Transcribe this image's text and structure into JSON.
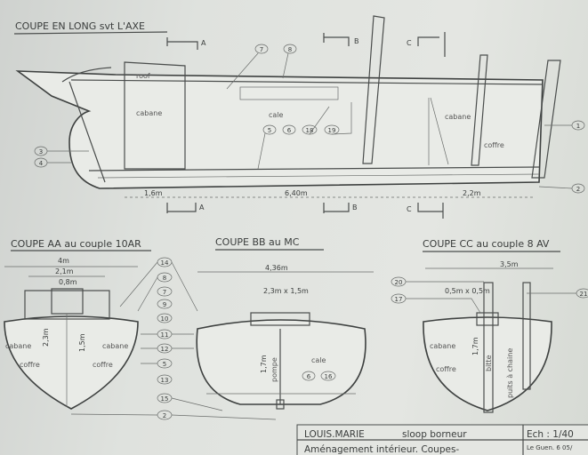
{
  "long_section": {
    "title": "COUPE EN LONG svt L'AXE",
    "section_marks": [
      "A",
      "B",
      "C"
    ],
    "labels": {
      "roof": "roof",
      "cabane_aft": "cabane",
      "cale": "cale",
      "cabane_fwd": "cabane",
      "coffre": "coffre"
    },
    "callouts": [
      "7",
      "8",
      "5",
      "6",
      "18",
      "19",
      "3",
      "4",
      "1",
      "2"
    ],
    "dimensions": [
      "1,6m",
      "6,40m",
      "2,2m"
    ]
  },
  "section_aa": {
    "title": "COUPE AA au couple 10AR",
    "dimensions": [
      "4m",
      "2,1m",
      "0,8m",
      "2,3m",
      "1,5m"
    ],
    "labels": {
      "cabane_left": "cabane",
      "cabane_right": "cabane",
      "coffre_left": "coffre",
      "coffre_right": "coffre"
    }
  },
  "center_callouts": [
    "14",
    "8",
    "7",
    "9",
    "10",
    "11",
    "12",
    "5",
    "13",
    "15",
    "2"
  ],
  "section_bb": {
    "title": "COUPE BB au MC",
    "dimensions": [
      "4,36m",
      "2,3m x 1,5m",
      "1,7m"
    ],
    "labels": {
      "pompe": "pompe",
      "cale": "cale"
    },
    "callouts": [
      "6",
      "16"
    ]
  },
  "section_cc": {
    "title": "COUPE CC au couple 8 AV",
    "dimensions": [
      "3,5m",
      "0,5m x 0,5m",
      "1,7m"
    ],
    "labels": {
      "cabane": "cabane",
      "coffre": "coffre",
      "bitte": "bitte",
      "puits": "puits à chaine"
    },
    "callouts": [
      "20",
      "17",
      "21"
    ]
  },
  "title_block": {
    "vessel": "LOUIS.MARIE",
    "type": "sloop borneur",
    "scale": "Ech : 1/40",
    "subject": "Aménagement intérieur. Coupes-",
    "author": "Le Guen. 6 05/"
  }
}
